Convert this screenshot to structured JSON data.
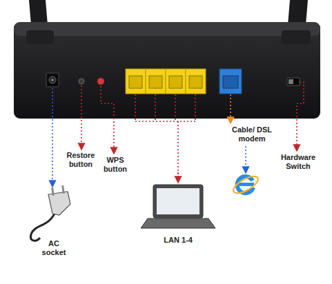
{
  "diagram": {
    "labels": [
      "Cable/ DSL modem",
      "Restore button",
      "WPS button",
      "Hardware Switch",
      "AC socket",
      "LAN 1-4"
    ]
  }
}
